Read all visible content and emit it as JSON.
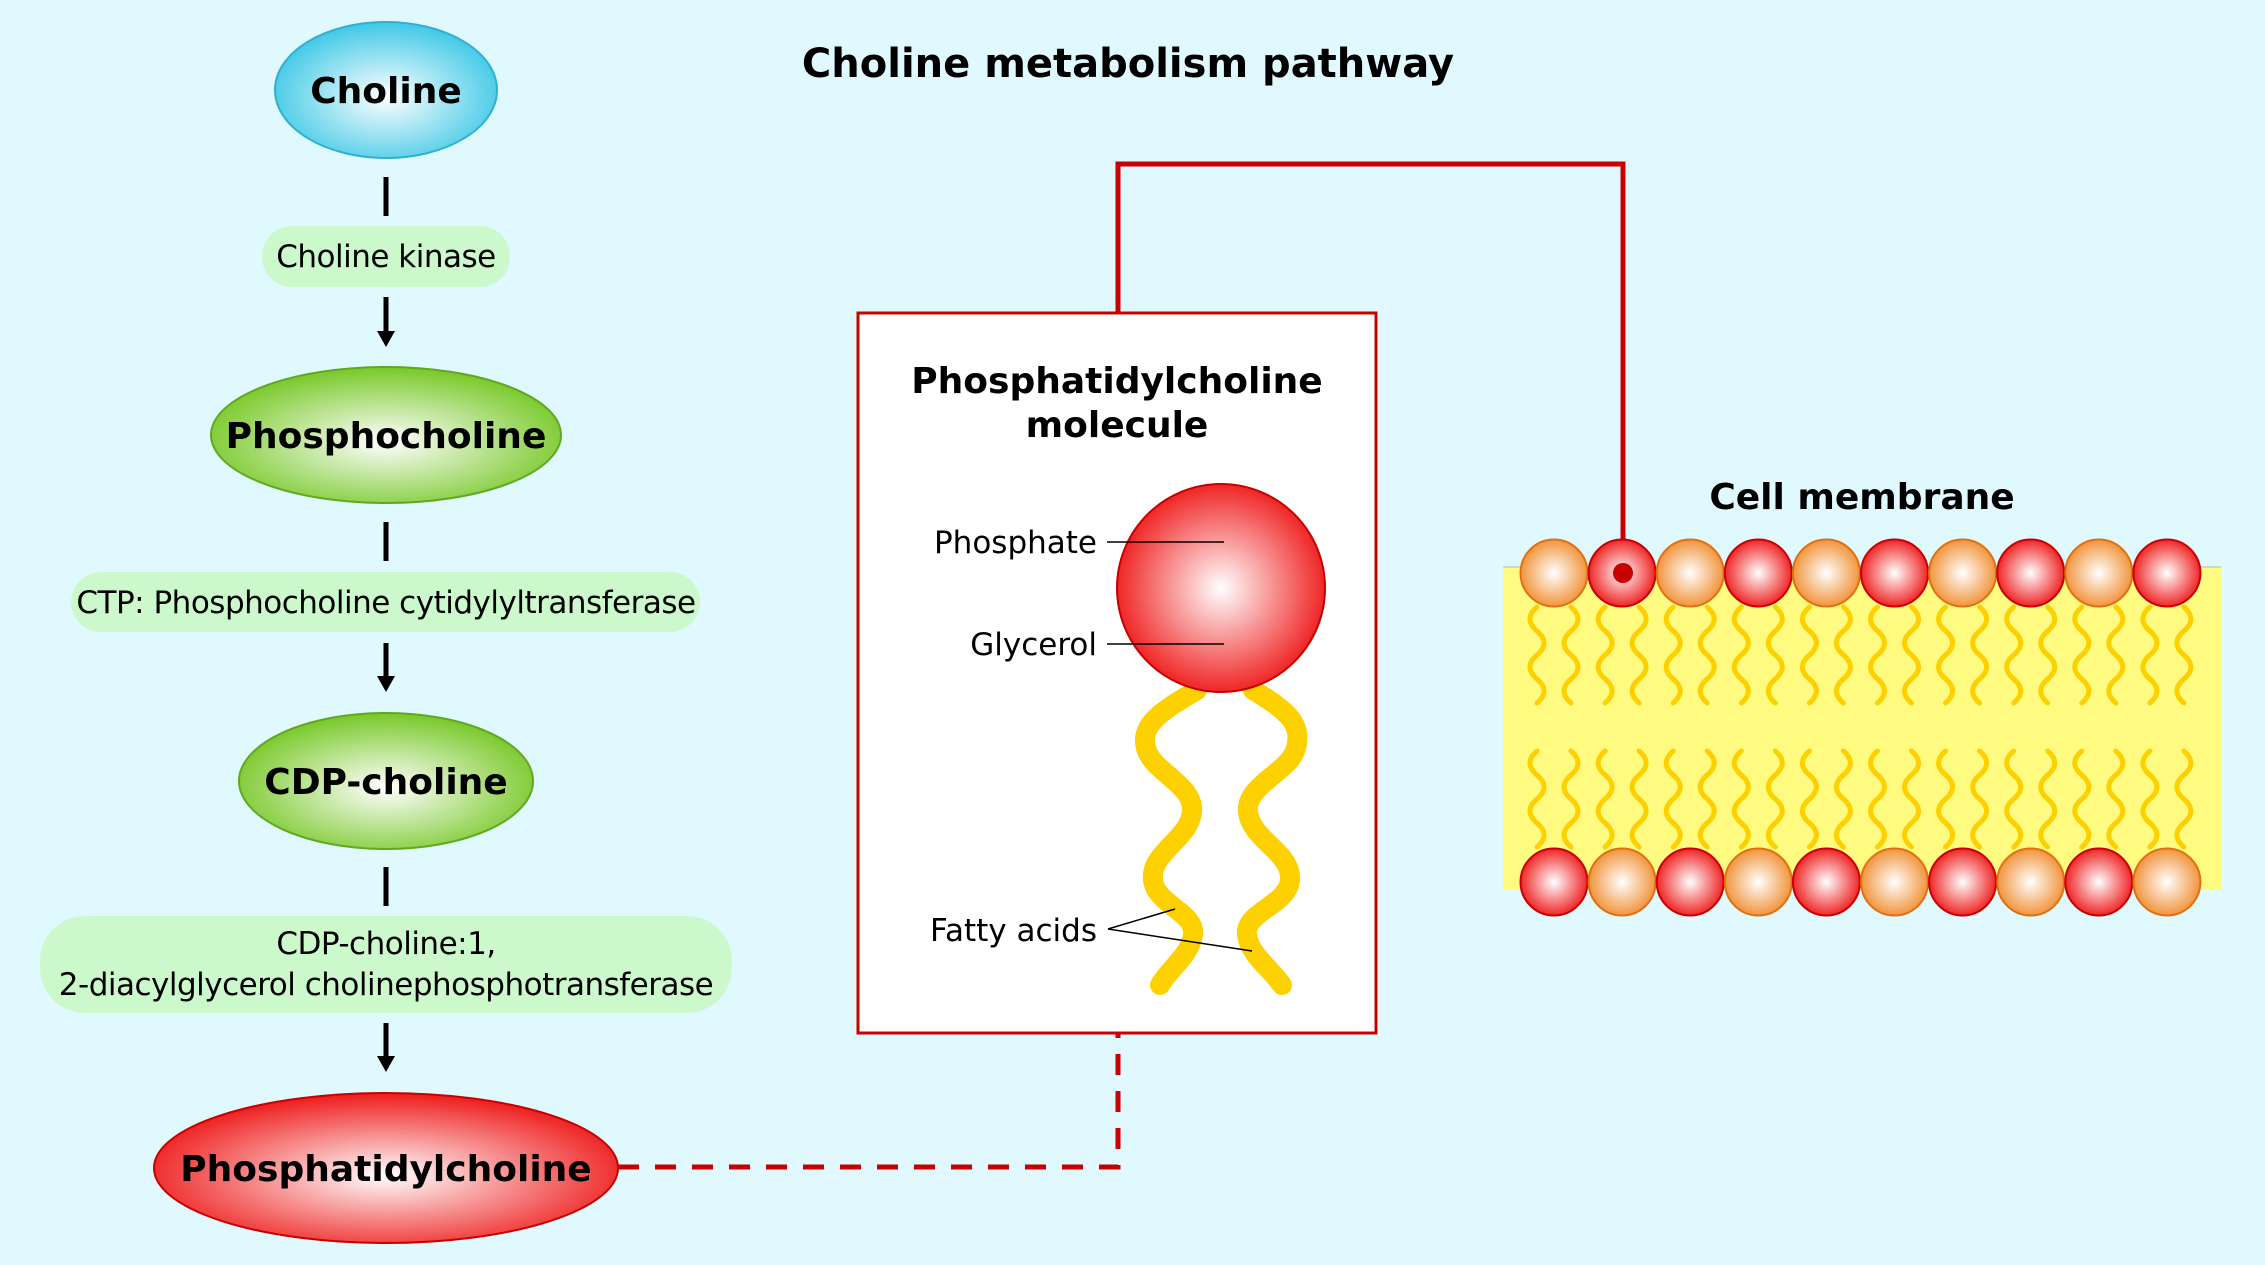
{
  "title": "Choline metabolism pathway",
  "colors": {
    "background": "#e0f9fe",
    "enzyme_fill": "#ccf9cc",
    "choline": "#3fc8e6",
    "intermediate": "#78c828",
    "product": "#ee1c1c",
    "connector": "#c80000",
    "fatty_acid": "#fdd000",
    "membrane_core": "#fffa80",
    "head_orange": "#f08a2a",
    "head_red": "#ee1c1c"
  },
  "pathway": {
    "nodes": [
      {
        "id": "choline",
        "label": "Choline",
        "kind": "substrate"
      },
      {
        "id": "phosphocholine",
        "label": "Phosphocholine",
        "kind": "intermediate"
      },
      {
        "id": "cdp-choline",
        "label": "CDP-choline",
        "kind": "intermediate"
      },
      {
        "id": "phosphatidylcholine",
        "label": "Phosphatidylcholine",
        "kind": "product"
      }
    ],
    "enzymes": [
      {
        "lines": [
          "Choline kinase"
        ]
      },
      {
        "lines": [
          "CTP: Phosphocholine cytidylyltransferase"
        ]
      },
      {
        "lines": [
          "CDP-choline:1,",
          "2-diacylglycerol cholinephosphotransferase"
        ]
      }
    ]
  },
  "molecule_panel": {
    "title_lines": [
      "Phosphatidylcholine",
      "molecule"
    ],
    "labels": {
      "phosphate": "Phosphate",
      "glycerol": "Glycerol",
      "fatty_acids": "Fatty acids"
    }
  },
  "membrane": {
    "title": "Cell membrane",
    "top_row": [
      "orange",
      "red",
      "orange",
      "red",
      "orange",
      "red",
      "orange",
      "red",
      "orange",
      "red"
    ],
    "bottom_row": [
      "red",
      "orange",
      "red",
      "orange",
      "red",
      "orange",
      "red",
      "orange",
      "red",
      "orange"
    ],
    "highlighted_top_index": 1
  }
}
